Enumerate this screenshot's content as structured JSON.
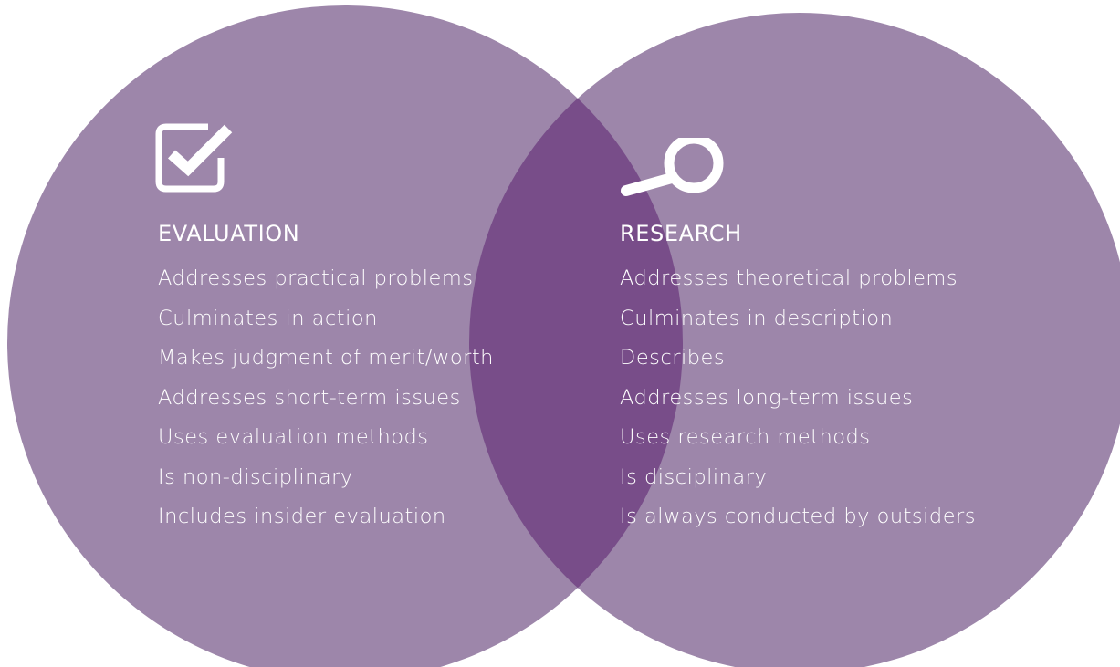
{
  "colors": {
    "circle": "#9d86aa",
    "overlap": "#784d89",
    "text": "#ffffff",
    "background": "#ffffff"
  },
  "evaluation": {
    "icon": "checkbox-icon",
    "title": "EVALUATION",
    "items": [
      "Addresses practical problems",
      "Culminates in action",
      "Makes judgment of merit/worth",
      "Addresses short-term issues",
      "Uses evaluation methods",
      "Is non-disciplinary",
      "Includes insider evaluation"
    ]
  },
  "research": {
    "icon": "magnifier-icon",
    "title": "RESEARCH",
    "items": [
      "Addresses theoretical problems",
      "Culminates in description",
      "Describes",
      "Addresses long-term issues",
      "Uses research methods",
      "Is disciplinary",
      "Is always conducted by outsiders"
    ]
  }
}
